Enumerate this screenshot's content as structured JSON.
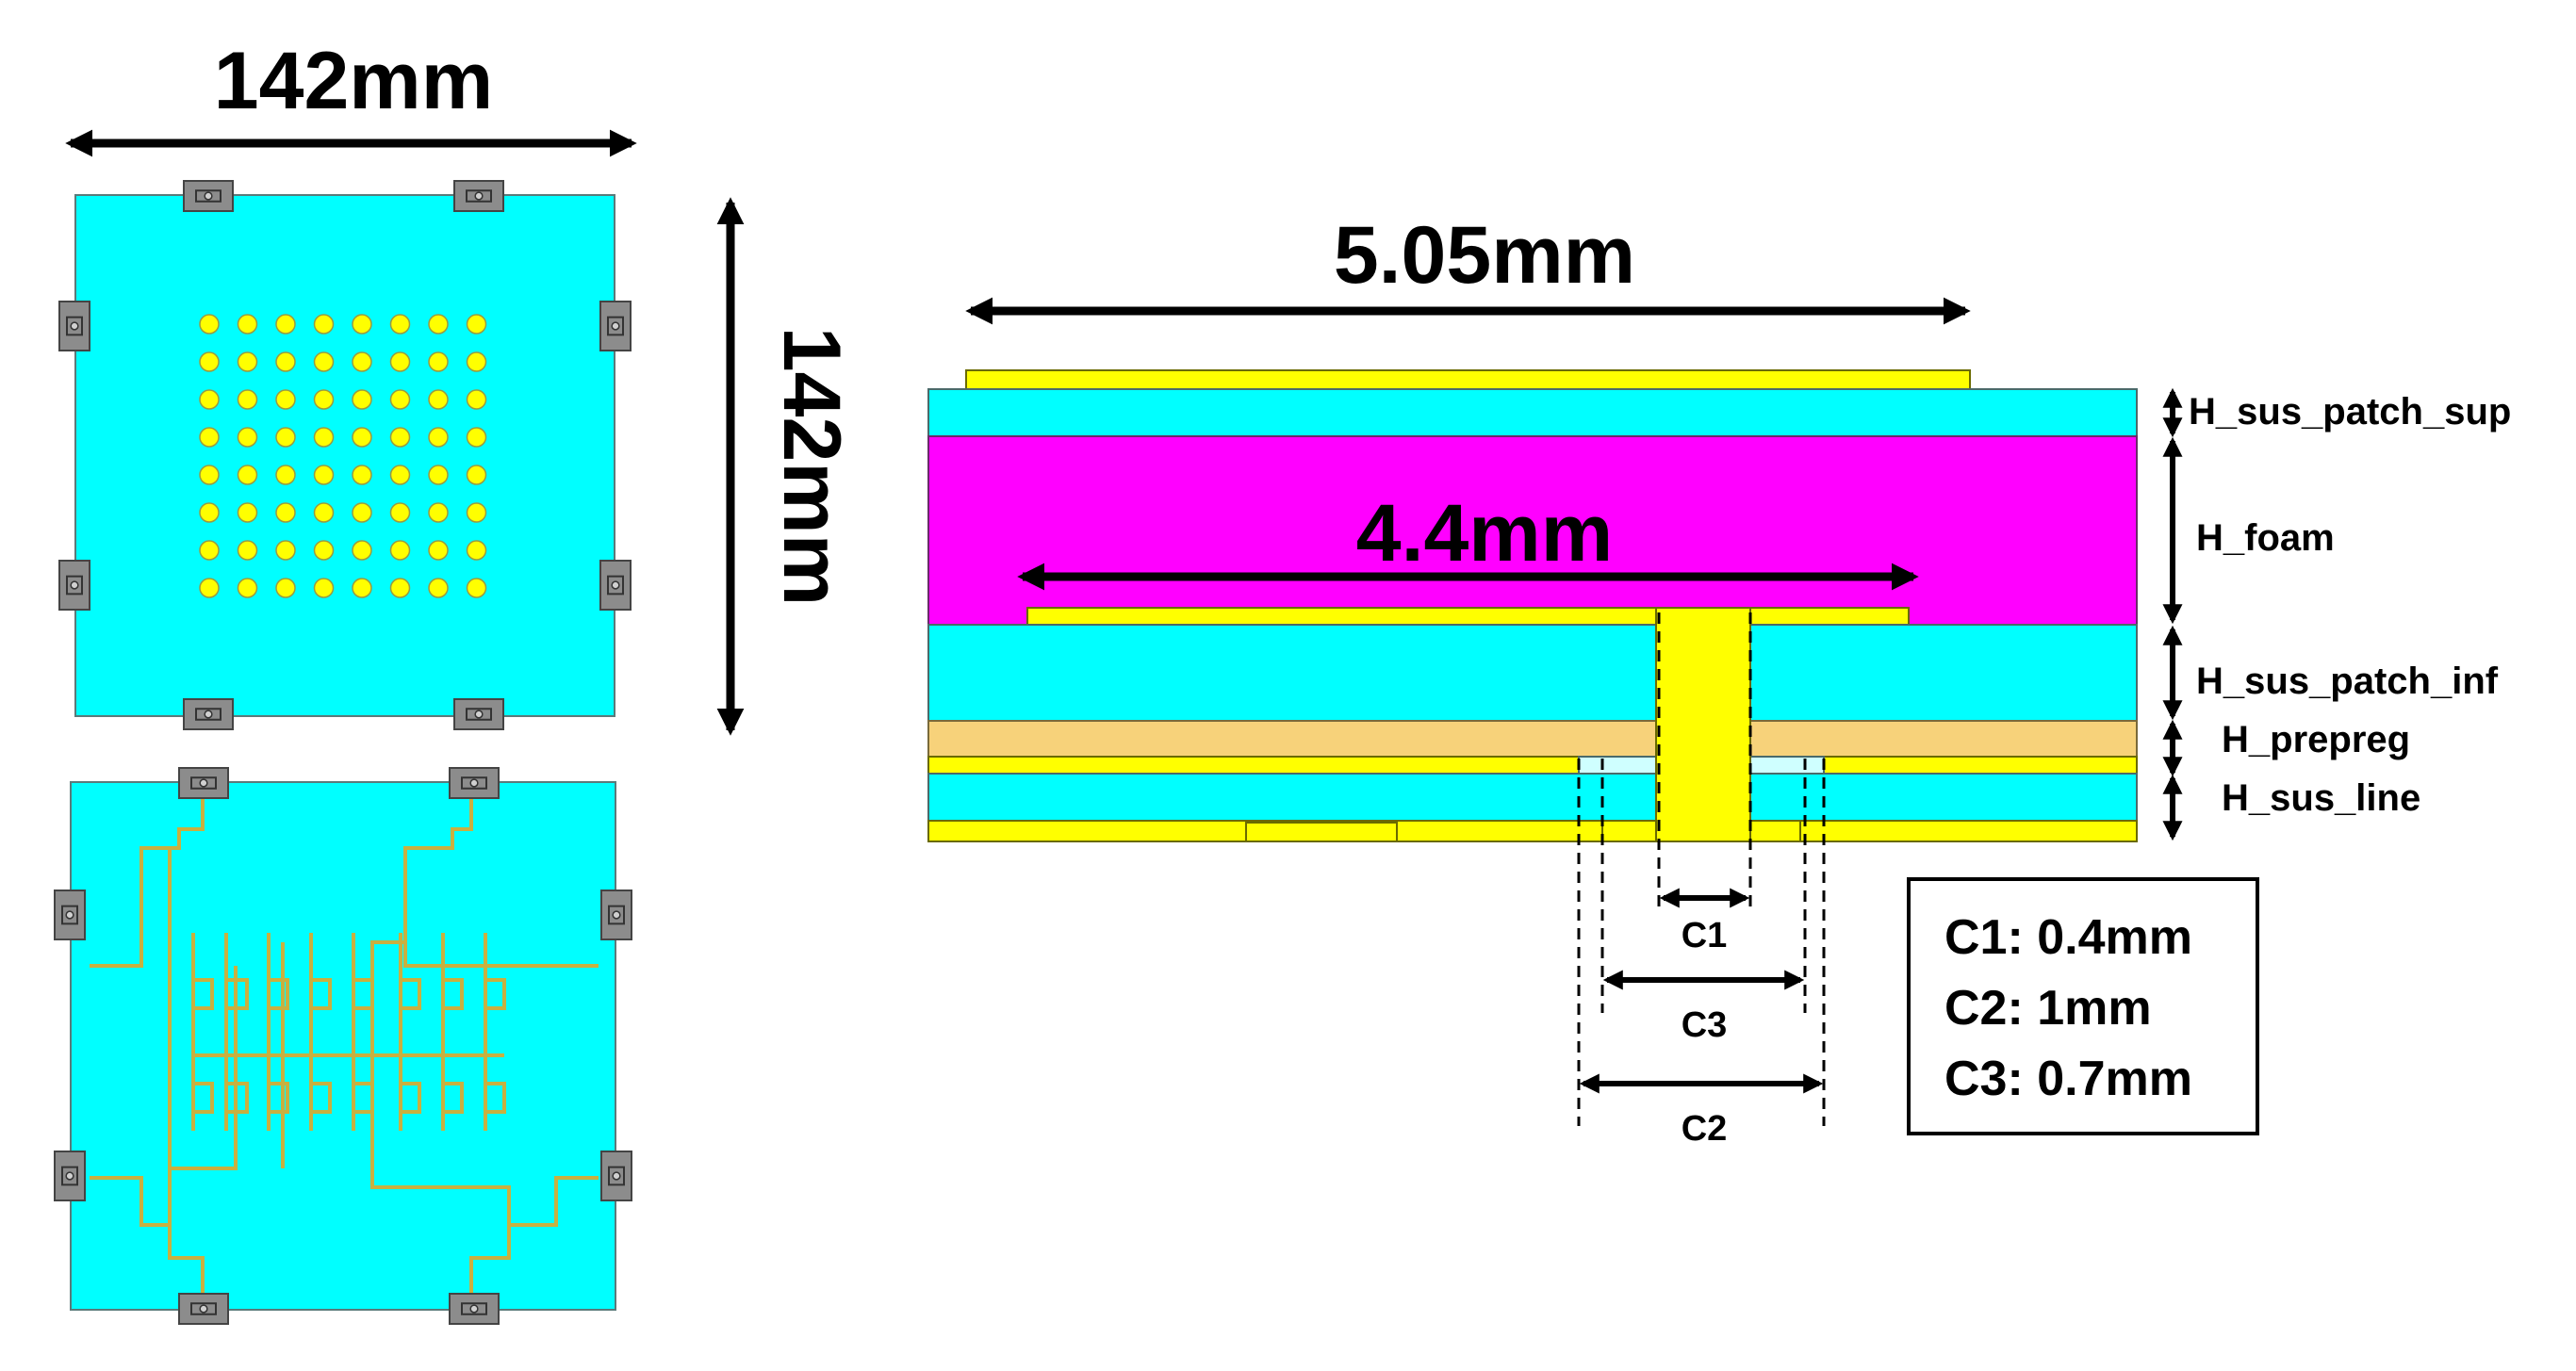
{
  "colors": {
    "substrate": "#00FFFF",
    "foam": "#FF00FF",
    "copper": "#FFFF00",
    "prepreg": "#F7D27A",
    "clearance": "#CFFFFF",
    "connector": "#8C8C8C"
  },
  "top_view": {
    "width_label": "142mm",
    "height_label": "142mm",
    "patch_rows": 8,
    "patch_cols": 8,
    "connector_icon": "sma-connector-icon"
  },
  "bottom_view": {
    "feed_network_icon": "feed-network-icon"
  },
  "cross_section": {
    "top_patch_label": "5.05mm",
    "bottom_patch_label": "4.4mm",
    "layers": [
      "H_sus_patch_sup",
      "H_foam",
      "H_sus_patch_inf",
      "H_prepreg",
      "H_sus_line"
    ],
    "clearances": [
      "C1",
      "C3",
      "C2"
    ]
  },
  "legend": {
    "items": [
      "C1: 0.4mm",
      "C2: 1mm",
      "C3: 0.7mm"
    ]
  }
}
